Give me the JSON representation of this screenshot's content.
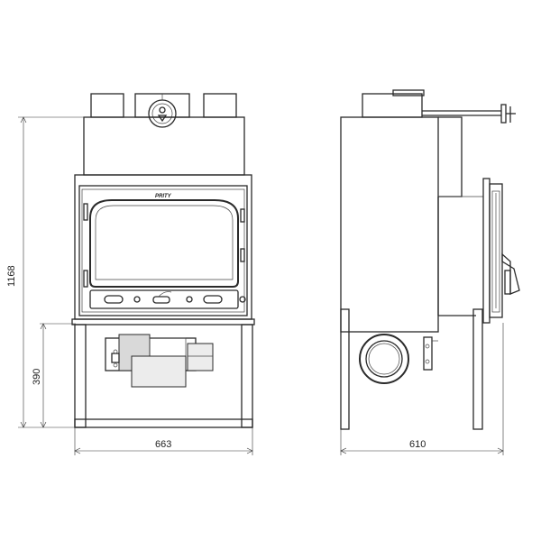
{
  "dimensions": {
    "overall_height": "1168",
    "base_height": "390",
    "front_width": "663",
    "side_depth": "610"
  },
  "brand_logo_text": "PRITY"
}
